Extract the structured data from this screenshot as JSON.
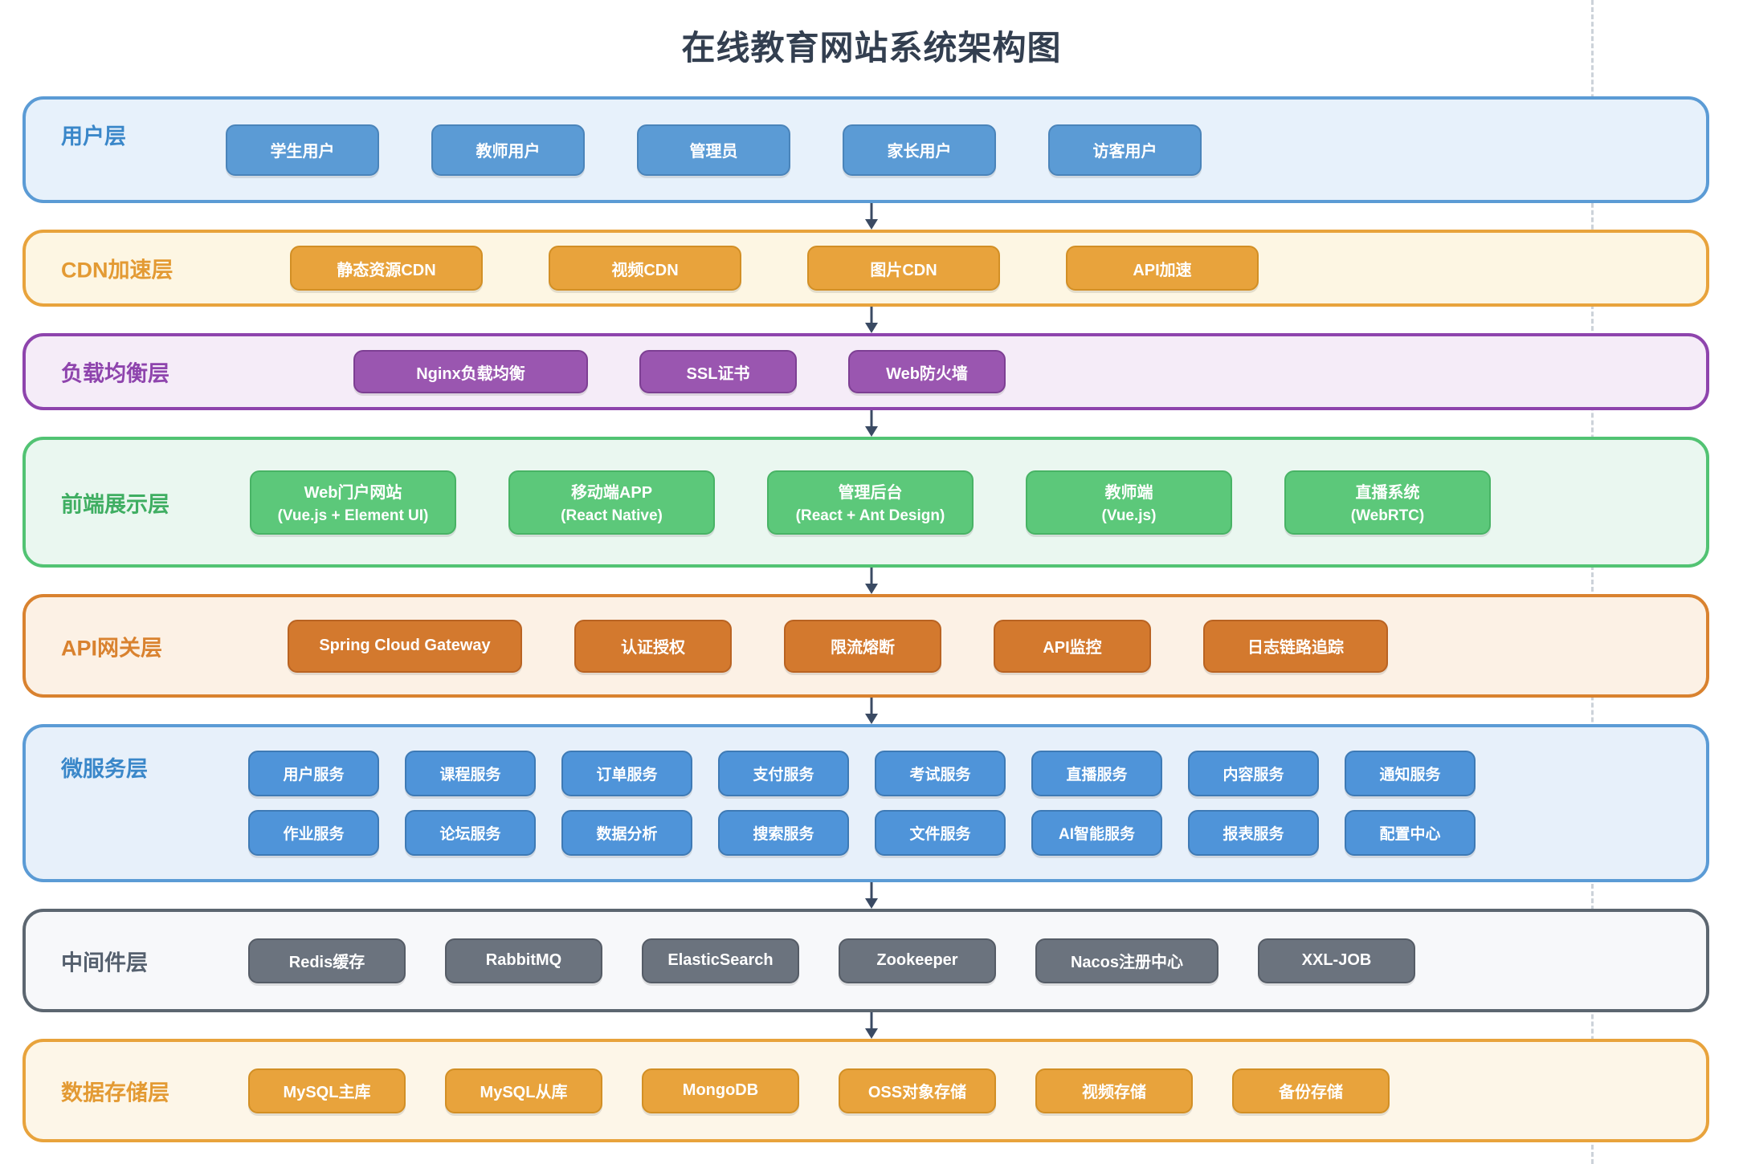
{
  "title": "在线教育网站系统架构图",
  "colors": {
    "title_text": "#333f50",
    "arrow": "#3a4a63",
    "user_layer_accent": "#5b9bd5",
    "cdn_layer_accent": "#e8a33c",
    "load_balancer_accent": "#8e44ad",
    "frontend_accent": "#52c373",
    "api_gateway_accent": "#d9822f",
    "microservice_accent": "#4f94d9",
    "middleware_accent": "#6b737e",
    "storage_accent": "#e8a33c"
  },
  "layers": [
    {
      "label": "用户层",
      "items": [
        "学生用户",
        "教师用户",
        "管理员",
        "家长用户",
        "访客用户"
      ]
    },
    {
      "label": "CDN加速层",
      "items": [
        "静态资源CDN",
        "视频CDN",
        "图片CDN",
        "API加速"
      ]
    },
    {
      "label": "负载均衡层",
      "items": [
        "Nginx负载均衡",
        "SSL证书",
        "Web防火墙"
      ]
    },
    {
      "label": "前端展示层",
      "items": [
        {
          "title": "Web门户网站",
          "subtitle": "(Vue.js + Element UI)"
        },
        {
          "title": "移动端APP",
          "subtitle": "(React Native)"
        },
        {
          "title": "管理后台",
          "subtitle": "(React + Ant Design)"
        },
        {
          "title": "教师端",
          "subtitle": "(Vue.js)"
        },
        {
          "title": "直播系统",
          "subtitle": "(WebRTC)"
        }
      ]
    },
    {
      "label": "API网关层",
      "items": [
        "Spring Cloud Gateway",
        "认证授权",
        "限流熔断",
        "API监控",
        "日志链路追踪"
      ]
    },
    {
      "label": "微服务层",
      "rows": [
        [
          "用户服务",
          "课程服务",
          "订单服务",
          "支付服务",
          "考试服务",
          "直播服务",
          "内容服务",
          "通知服务"
        ],
        [
          "作业服务",
          "论坛服务",
          "数据分析",
          "搜索服务",
          "文件服务",
          "AI智能服务",
          "报表服务",
          "配置中心"
        ]
      ]
    },
    {
      "label": "中间件层",
      "items": [
        "Redis缓存",
        "RabbitMQ",
        "ElasticSearch",
        "Zookeeper",
        "Nacos注册中心",
        "XXL-JOB"
      ]
    },
    {
      "label": "数据存储层",
      "items": [
        "MySQL主库",
        "MySQL从库",
        "MongoDB",
        "OSS对象存储",
        "视频存储",
        "备份存储"
      ]
    }
  ],
  "arrow_count": 7
}
